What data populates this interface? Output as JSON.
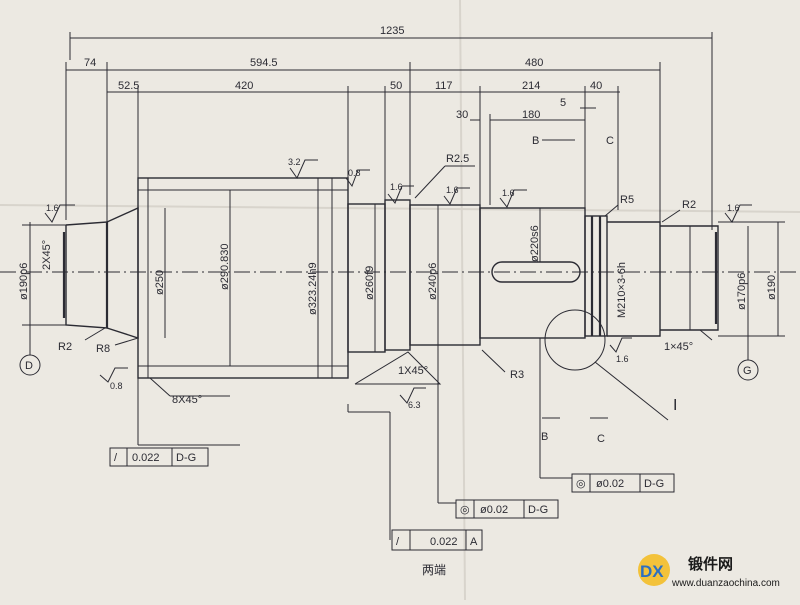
{
  "dimensions": {
    "overall": "1235",
    "left_step": "74",
    "main_body": "594.5",
    "right_body": "480",
    "step_52_5": "52.5",
    "barrel": "420",
    "seg_50": "50",
    "seg_117": "117",
    "seg_214": "214",
    "seg_40": "40",
    "seg_30": "30",
    "seg_180": "180",
    "seg_5": "5"
  },
  "diameters": {
    "left_journal": "ø190p6",
    "inner_250": "ø250",
    "body_290": "ø290.830",
    "barrel_323": "ø323.24h9",
    "neck_260": "ø260f9",
    "seat_240": "ø240p6",
    "keyed_220": "ø220s6",
    "thread": "M210×3-6h",
    "right_journal": "ø170p6",
    "right_end": "ø190"
  },
  "chamfers": {
    "left": "2X45°",
    "barrel": "8X45°",
    "mid": "1X45°",
    "right": "1×45°"
  },
  "radii": {
    "r2_left": "R2",
    "r8": "R8",
    "r2_5": "R2.5",
    "r3": "R3",
    "r5": "R5",
    "r2_right": "R2"
  },
  "roughness": {
    "left": "1.6",
    "barrel_top": "3.2",
    "barrel_end": "0.8",
    "neck": "1.6",
    "seat": "1.6",
    "keyed": "1.6",
    "right": "1.6",
    "thread_bottom": "1.6",
    "left_bottom": "0.8",
    "mid_bottom": "6.3"
  },
  "datums": {
    "left": "D",
    "right": "G"
  },
  "section_marks": {
    "b_top": "B",
    "c_top": "C",
    "b_bottom": "B",
    "c_bottom": "C",
    "detail": "I"
  },
  "tolerances": {
    "runout_left": {
      "symbol": "/",
      "value": "0.022",
      "datum": "D-G"
    },
    "concentric_right": {
      "symbol": "◎",
      "value": "ø0.02",
      "datum": "D-G"
    },
    "concentric_mid": {
      "symbol": "◎",
      "value": "ø0.02",
      "datum": "D-G"
    },
    "runout_bottom": {
      "symbol": "/",
      "value": "0.022",
      "datum": "A"
    }
  },
  "note_bottom": "两端",
  "watermark": {
    "brand": "锻件网",
    "url": "www.duanzaochina.com"
  }
}
